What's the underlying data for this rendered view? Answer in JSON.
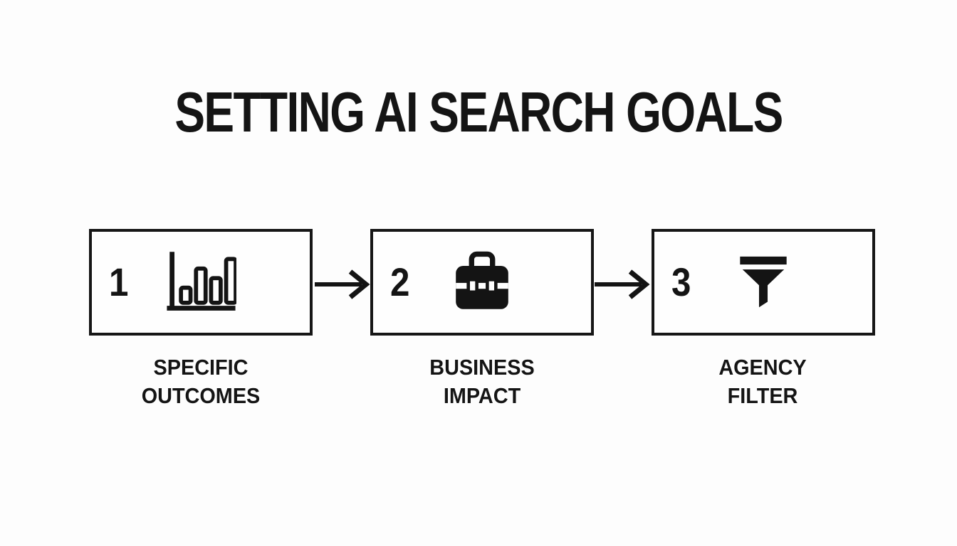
{
  "title": "SETTING AI SEARCH GOALS",
  "colors": {
    "background": "#fdfdfd",
    "foreground": "#141414",
    "box_border": "#161616"
  },
  "steps": [
    {
      "number": "1",
      "icon": "bar-chart-icon",
      "label_line1": "SPECIFIC",
      "label_line2": "OUTCOMES"
    },
    {
      "number": "2",
      "icon": "briefcase-icon",
      "label_line1": "BUSINESS",
      "label_line2": "IMPACT"
    },
    {
      "number": "3",
      "icon": "funnel-icon",
      "label_line1": "AGENCY",
      "label_line2": "FILTER"
    }
  ],
  "connectors": [
    "arrow-right-icon",
    "arrow-right-icon"
  ]
}
